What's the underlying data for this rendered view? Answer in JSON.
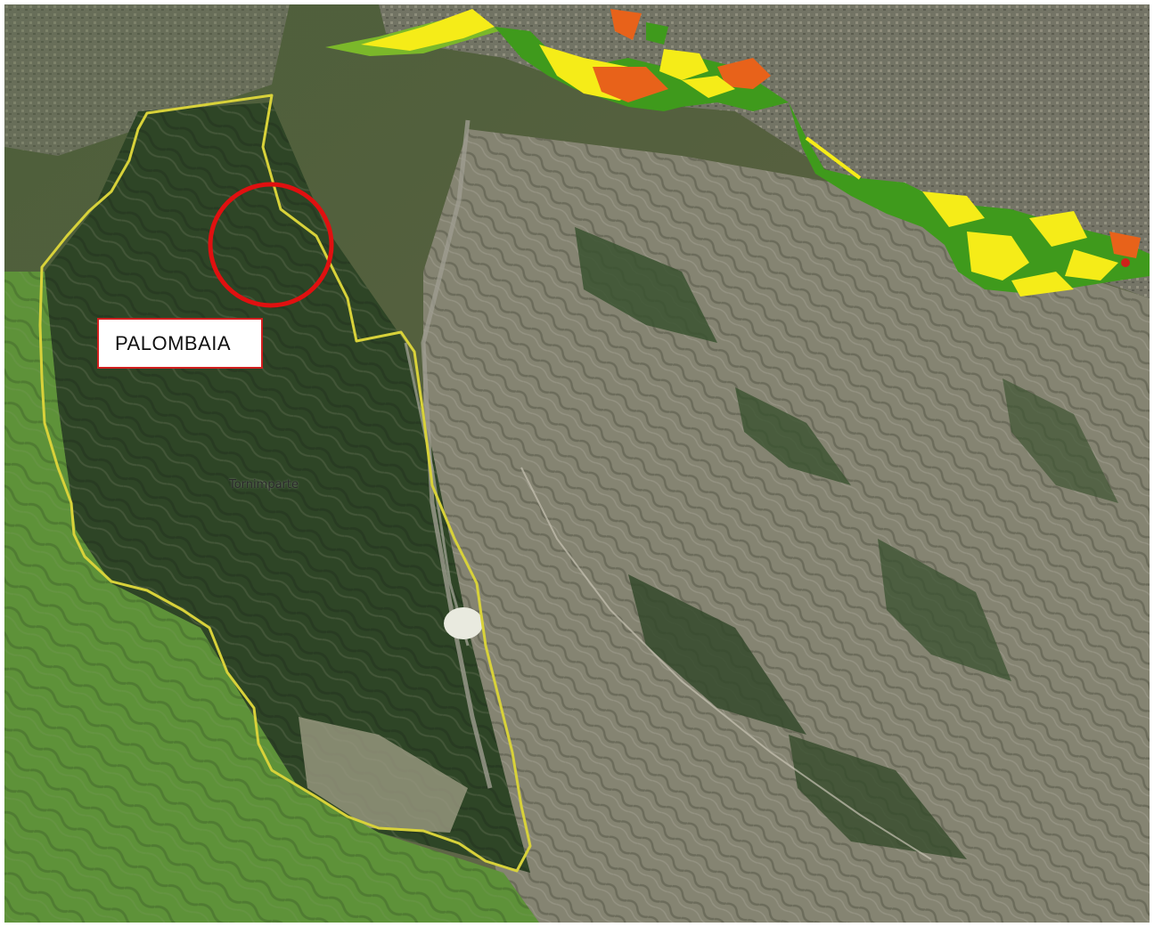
{
  "map": {
    "area_label": "PALOMBAIA",
    "town_label": "Tornimparte",
    "colors": {
      "boundary": "#d8d23a",
      "highlight_circle": "#e01010",
      "label_border": "#d11f1f",
      "zone_yellow": "#f5ec18",
      "zone_green": "#3f9a1c",
      "zone_orange": "#e8621a",
      "forest": "#2f4a25",
      "rock": "#8e8d7d",
      "meadow": "#5f9a3a"
    },
    "icons": [
      "study-area-boundary",
      "highlight-circle",
      "land-use-zones"
    ]
  }
}
